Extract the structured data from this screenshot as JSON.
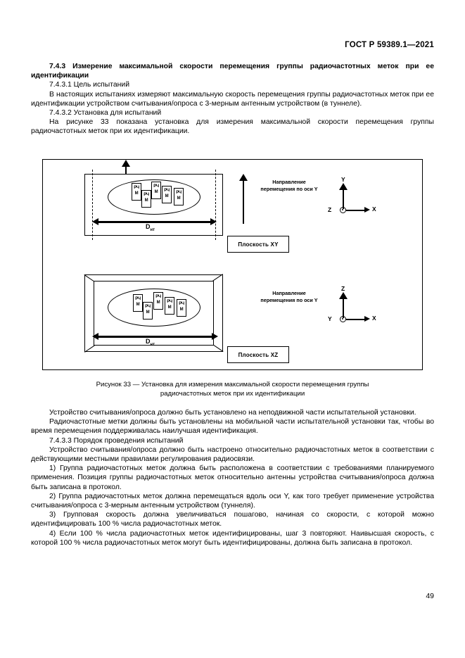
{
  "header": {
    "standard": "ГОСТ Р 59389.1—2021"
  },
  "page_number": "49",
  "body_top": {
    "heading": "7.4.3 Измерение максимальной скорости перемещения группы радиочастотных меток при ее идентификации",
    "sub1_title": "7.4.3.1 Цель испытаний",
    "sub1_text": "В настоящих испытаниях измеряют максимальную скорость перемещения группы радиочастотных меток при ее идентификации устройством считывания/опроса с 3-мерным антенным устройством (в туннеле).",
    "sub2_title": "7.4.3.2 Установка для испытаний",
    "sub2_text": "На рисунке 33 показана установка для измерения максимальной скорости перемещения группы радиочастотных меток при их идентификации."
  },
  "figure": {
    "caption_line1": "Рисунок 33 — Установка для измерения максимальной скорости перемещения группы",
    "caption_line2": "радиочастотных меток при их идентификации",
    "tag_label_line1": "РЧ",
    "tag_label_line2": "М",
    "tag_count": 5,
    "top_view": {
      "dimension_label": "D",
      "dimension_subscript": "нт",
      "direction_line1": "Направление",
      "direction_line2": "перемещения по оси Y",
      "plane_label": "Плоскость XY",
      "axis_up": "Y",
      "axis_right": "X",
      "axis_origin": "Z"
    },
    "bottom_view": {
      "dimension_label": "D",
      "dimension_subscript": "нт",
      "direction_line1": "Направление",
      "direction_line2": "перемещения по оси Y",
      "plane_label": "Плоскость XZ",
      "axis_up": "Z",
      "axis_right": "X",
      "axis_origin": "Y"
    }
  },
  "body_bottom": {
    "p1": "Устройство считывания/опроса должно быть установлено на неподвижной части испытательной установки.",
    "p2": "Радиочастотные метки должны быть установлены на мобильной части испытательной установки так, чтобы во время перемещения поддерживалась наилучшая идентификация.",
    "sub3_title": "7.4.3.3 Порядок проведения испытаний",
    "p3": "Устройство считывания/опроса должно быть настроено относительно радиочастотных меток в соответствии с действующими местными правилами регулирования радиосвязи.",
    "item1": "1) Группа радиочастотных меток должна быть расположена в соответствии с требованиями планируемого применения. Позиция группы радиочастотных меток относительно антенны устройства считывания/опроса должна быть записана в протокол.",
    "item2": "2) Группа радиочастотных меток должна перемещаться вдоль оси Y, как того требует применение устройства считывания/опроса с 3-мерным антенным устройством (туннеля).",
    "item3": "3) Групповая скорость должна увеличиваться пошагово, начиная со скорости, с которой можно идентифицировать 100 % числа радиочастотных меток.",
    "item4": "4) Если 100 % числа радиочастотных меток идентифицированы, шаг 3 повторяют. Наивысшая скорость, с которой 100 % числа радиочастотных меток могут быть идентифицированы, должна быть записана в протокол."
  }
}
